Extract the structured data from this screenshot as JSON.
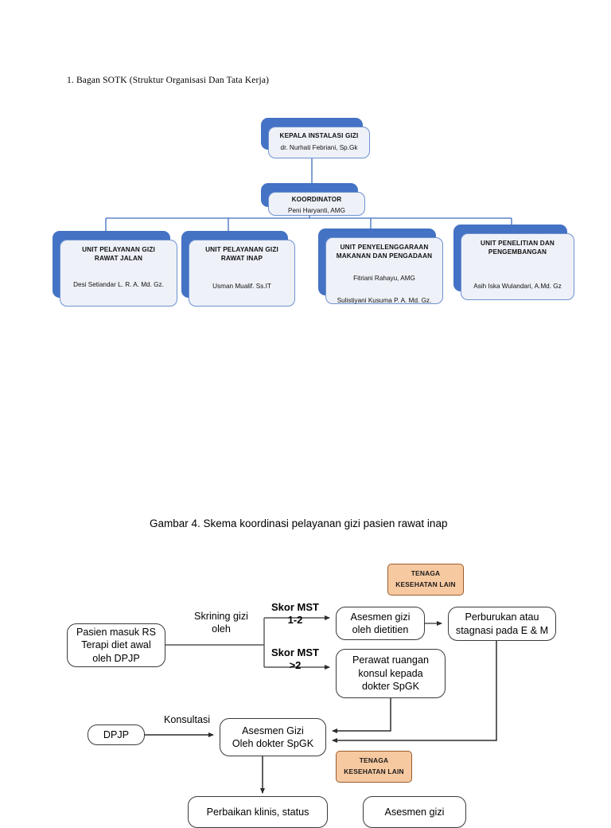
{
  "document": {
    "section_title": "1. Bagan SOTK (Struktur Organisasi Dan Tata Kerja)",
    "figure_caption": "Gambar 4. Skema koordinasi pelayanan gizi pasien rawat inap"
  },
  "colors": {
    "org_shadow_blue": "#4472C4",
    "org_card_fill": "#EEF1F8",
    "org_card_border": "#6E92D0",
    "org_connector": "#3F6DBF",
    "flow_border": "#3A3A3A",
    "flow_fill": "#FFFFFF",
    "orange_fill": "#F7C9A1",
    "orange_border": "#9A5B2B"
  },
  "org_chart": {
    "kepala": {
      "title": "KEPALA INSTALASI GIZI",
      "name": "dr. Nurhati Febriani, Sp.Gk"
    },
    "koordinator": {
      "title": "KOORDINATOR",
      "name": "Peni Haryanti, AMG"
    },
    "units": [
      {
        "title_line1": "UNIT PELAYANAN GIZI",
        "title_line2": "RAWAT JALAN",
        "name1": "Desi Setiandar L. R. A. Md. Gz.",
        "name2": ""
      },
      {
        "title_line1": "UNIT PELAYANAN GIZI",
        "title_line2": "RAWAT INAP",
        "name1": "Usman Mualif. Ss.IT",
        "name2": ""
      },
      {
        "title_line1": "UNIT PENYELENGGARAAN",
        "title_line2": "MAKANAN DAN PENGADAAN",
        "name1": "Fitriani Rahayu, AMG",
        "name2": "Sulistiyani Kusuma P. A. Md. Gz."
      },
      {
        "title_line1": "UNIT PENELITIAN DAN",
        "title_line2": "PENGEMBANGAN",
        "name1": "Asih Iska Wulandari, A.Md. Gz",
        "name2": ""
      }
    ]
  },
  "flowchart": {
    "boxes": {
      "pasien": {
        "line1": "Pasien masuk RS",
        "line2": "Terapi diet awal",
        "line3": "oleh DPJP"
      },
      "asesmen_dietitien": {
        "line1": "Asesmen gizi",
        "line2": "oleh dietitien"
      },
      "perawat_ruangan": {
        "line1": "Perawat ruangan",
        "line2": "konsul kepada",
        "line3": "dokter SpGK"
      },
      "perburukan": {
        "line1": "Perburukan atau",
        "line2": "stagnasi pada E & M"
      },
      "dpjp": {
        "line1": "DPJP"
      },
      "asesmen_spgk": {
        "line1": "Asesmen Gizi",
        "line2": "Oleh dokter SpGK"
      },
      "perbaikan": {
        "line1": "Perbaikan klinis, status"
      },
      "asesmen_bawah": {
        "line1": "Asesmen gizi"
      },
      "tenaga_atas": {
        "line1": "TENAGA",
        "line2": "KESEHATAN LAIN"
      },
      "tenaga_bawah": {
        "line1": "TENAGA",
        "line2": "KESEHATAN LAIN"
      }
    },
    "labels": {
      "skrining": {
        "line1": "Skrining gizi",
        "line2": "oleh"
      },
      "skor_mst_12": {
        "line1": "Skor MST",
        "line2": "1-2"
      },
      "skor_mst_gt2": {
        "line1": "Skor MST",
        "line2": ">2"
      },
      "konsultasi": {
        "line1": "Konsultasi"
      }
    }
  }
}
